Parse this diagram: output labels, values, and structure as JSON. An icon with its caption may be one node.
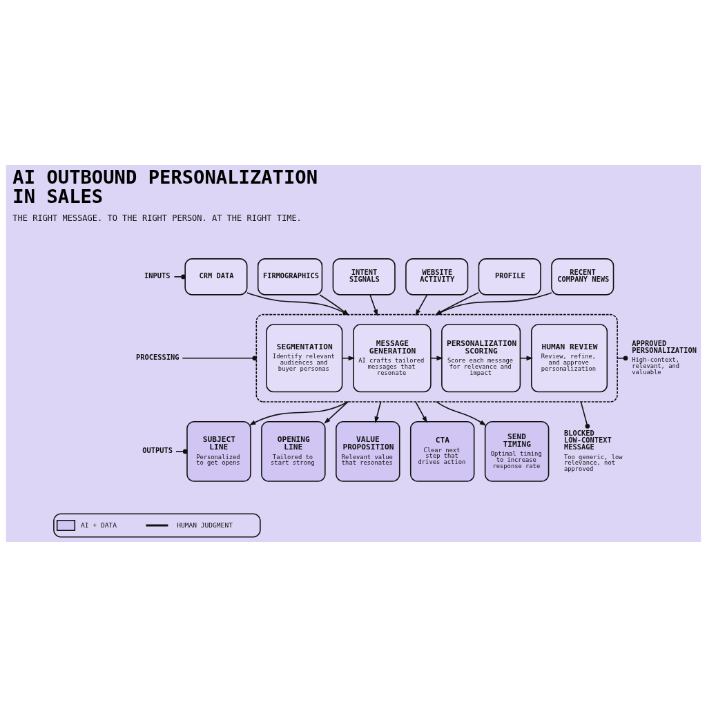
{
  "diagram": {
    "title": "AI OUTBOUND PERSONALIZATION IN SALES",
    "nodes": [
      {
        "text": [
          "INPUTS"
        ]
      },
      {
        "text": [
          "CRM DATA"
        ]
      },
      {
        "text": [
          "FIRMOGRAPHICS"
        ]
      },
      {
        "text": [
          "INTENT SIGNALS"
        ]
      },
      {
        "text": [
          "WEBSITE ACTIVITY"
        ]
      },
      {
        "text": [
          "PROFILE"
        ]
      },
      {
        "text": [
          "RECENT COMPANY NEWS"
        ]
      },
      {
        "text": [
          "PROCESSING"
        ]
      },
      {
        "text": [],
        "shape": "box"
      },
      {
        "text": [
          "SEGMENTATION",
          "Identify relevant audiences and buyer personas"
        ],
        "in": 8
      },
      {
        "text": [
          "MESSAGE GENERATION",
          "AI crafts tailored messages that resonate"
        ],
        "in": 8
      },
      {
        "text": [
          "PERSONALIZATION SCORING",
          "Score each message for relevance and impact"
        ],
        "in": 8
      },
      {
        "text": [
          "HUMAN REVIEW",
          "Review, refine, and approve personalization"
        ],
        "in": 8
      },
      {
        "text": [
          "APPROVED PERSONALIZATION",
          "High-context, relevant, and valuable"
        ]
      },
      {
        "text": [
          "BLOCKED LOW-CONTEXT MESSAGE",
          "Too generic, low relevance, not approved"
        ]
      },
      {
        "text": [
          "OUTPUTS"
        ]
      },
      {
        "text": [
          "SUBJECT LINE",
          "Personalized to get opens"
        ]
      },
      {
        "text": [
          "OPENING LINE",
          "Tailored to start strong"
        ]
      },
      {
        "text": [
          "VALUE PROPOSITION",
          "Relevant value that resonates"
        ]
      },
      {
        "text": [
          "CTA",
          "Clear next step that drives action"
        ]
      },
      {
        "text": [
          "SEND TIMING",
          "Optimal timing to increase response rate"
        ]
      }
    ],
    "edges": [
      {
        "from": 0,
        "to": 1,
        "arrow": "other"
      },
      {
        "from": 1,
        "to": 8,
        "arrow": "to"
      },
      {
        "from": 2,
        "to": 8,
        "arrow": "to"
      },
      {
        "from": 3,
        "to": 8,
        "arrow": "to"
      },
      {
        "from": 4,
        "to": 8,
        "arrow": "to"
      },
      {
        "from": 5,
        "to": 8,
        "arrow": "to"
      },
      {
        "from": 6,
        "to": 8,
        "arrow": "to"
      },
      {
        "from": 7,
        "to": 8,
        "arrow": "other"
      },
      {
        "from": 9,
        "to": 10,
        "arrow": "to"
      },
      {
        "from": 10,
        "to": 11,
        "arrow": "to"
      },
      {
        "from": 11,
        "to": 12,
        "arrow": "to"
      },
      {
        "from": 8,
        "to": 13,
        "arrow": "other"
      },
      {
        "from": 8,
        "to": 14,
        "arrow": "other"
      },
      {
        "from": 15,
        "to": 16,
        "arrow": "other"
      },
      {
        "from": 8,
        "to": 16,
        "arrow": "to"
      },
      {
        "from": 8,
        "to": 17,
        "arrow": "to"
      },
      {
        "from": 8,
        "to": 18,
        "arrow": "to"
      },
      {
        "from": 8,
        "to": 19,
        "arrow": "to"
      },
      {
        "from": 8,
        "to": 20,
        "arrow": "to"
      }
    ],
    "labels": [
      "THE RIGHT MESSAGE. TO THE RIGHT PERSON. AT THE RIGHT TIME."
    ],
    "legend": [
      {
        "text": "AI + DATA",
        "color": "#d0c5f3"
      },
      {
        "text": "HUMAN JUDGMENT"
      }
    ]
  }
}
